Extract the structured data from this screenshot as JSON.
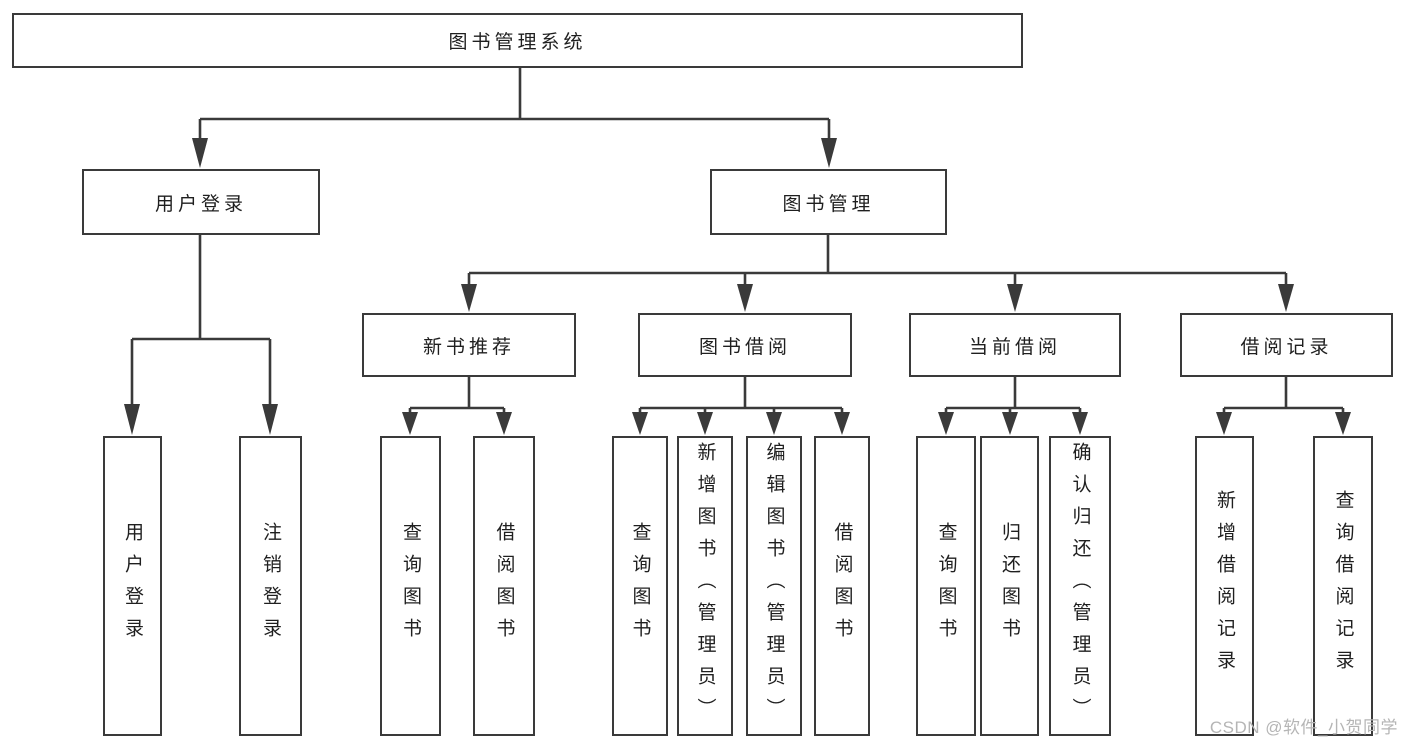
{
  "diagram": {
    "root": {
      "label": "图书管理系统",
      "children": [
        {
          "label": "用户登录",
          "children": [
            {
              "label": "用户登录"
            },
            {
              "label": "注销登录"
            }
          ]
        },
        {
          "label": "图书管理",
          "children": [
            {
              "label": "新书推荐",
              "children": [
                {
                  "label": "查询图书"
                },
                {
                  "label": "借阅图书"
                }
              ]
            },
            {
              "label": "图书借阅",
              "children": [
                {
                  "label": "查询图书"
                },
                {
                  "label": "新增图书（管理员）"
                },
                {
                  "label": "编辑图书（管理员）"
                },
                {
                  "label": "借阅图书"
                }
              ]
            },
            {
              "label": "当前借阅",
              "children": [
                {
                  "label": "查询图书"
                },
                {
                  "label": "归还图书"
                },
                {
                  "label": "确认归还（管理员）"
                }
              ]
            },
            {
              "label": "借阅记录",
              "children": [
                {
                  "label": "新增借阅记录"
                },
                {
                  "label": "查询借阅记录"
                }
              ]
            }
          ]
        }
      ]
    }
  },
  "watermark": {
    "label": "CSDN @软件_小贺同学"
  },
  "colors": {
    "line": "#3a3a3a",
    "text": "#1f1f1f",
    "background": "#ffffff",
    "watermark": "#b5b5b5"
  }
}
